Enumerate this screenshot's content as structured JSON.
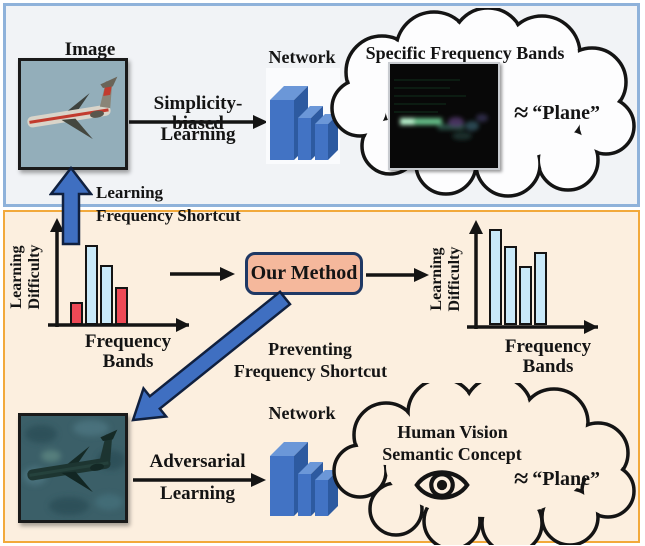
{
  "palette": {
    "top_section_bg": "#f1f3f6",
    "top_section_border": "#8fb2da",
    "bottom_section_bg": "#fcefdf",
    "bottom_section_border": "#f2a93b",
    "arrow_blue": "#3f6fc1",
    "arrow_outline": "#10203f",
    "method_fill": "#f5b89c",
    "method_border": "#1f3864",
    "bar_red": "#ee4956",
    "bar_blue": "#c9e9f9",
    "network_front": "#4273c4",
    "network_top": "#6b97d8",
    "network_side": "#2d5aa0",
    "sky": "#93aeba",
    "adversarial_bg": "#3b5f68",
    "black_arrow": "#141414"
  },
  "top_section": {
    "image_label": "Image",
    "arrow_label_line1": "Simplicity-biased",
    "arrow_label_line2": "Learning",
    "network_label": "Network",
    "cloud_title": "Specific Frequency Bands",
    "approx_symbol": "≈",
    "result_label": "“Plane”"
  },
  "middle": {
    "up_arrow_label_line1": "Learning",
    "up_arrow_label_line2": "Frequency Shortcut",
    "method_label": "Our Method",
    "diag_arrow_label_line1": "Preventing",
    "diag_arrow_label_line2": "Frequency Shortcut"
  },
  "bottom_section": {
    "adv_label_line1": "Adversarial",
    "adv_label_line2": "Learning",
    "network_label": "Network",
    "cloud_line1": "Human Vision",
    "cloud_line2": "Semantic Concept",
    "approx_symbol": "≈",
    "result_label": "“Plane”"
  },
  "chart_data": [
    {
      "name": "before-our-method",
      "type": "bar",
      "title": "",
      "xlabel": "Frequency Bands",
      "ylabel": "Learning Difficulty",
      "ylabel_lines": [
        "Learning",
        "Difficulty"
      ],
      "categories": [
        "band-1",
        "band-2",
        "band-3",
        "band-4"
      ],
      "values": [
        0.27,
        0.94,
        0.71,
        0.45
      ],
      "bar_colors": [
        "red",
        "blue",
        "blue",
        "red"
      ],
      "ylim": [
        0,
        1
      ],
      "grid": false,
      "note": "red bars = easy shortcut frequency bands"
    },
    {
      "name": "after-our-method",
      "type": "bar",
      "title": "",
      "xlabel": "Frequency Bands",
      "ylabel": "Learning Difficulty",
      "ylabel_lines": [
        "Learning",
        "Difficulty"
      ],
      "categories": [
        "band-1",
        "band-2",
        "band-3",
        "band-4"
      ],
      "values": [
        1.0,
        0.82,
        0.61,
        0.76
      ],
      "bar_colors": [
        "blue",
        "blue",
        "blue",
        "blue"
      ],
      "ylim": [
        0,
        1
      ],
      "grid": false,
      "note": "all bands balanced (light blue)"
    }
  ]
}
